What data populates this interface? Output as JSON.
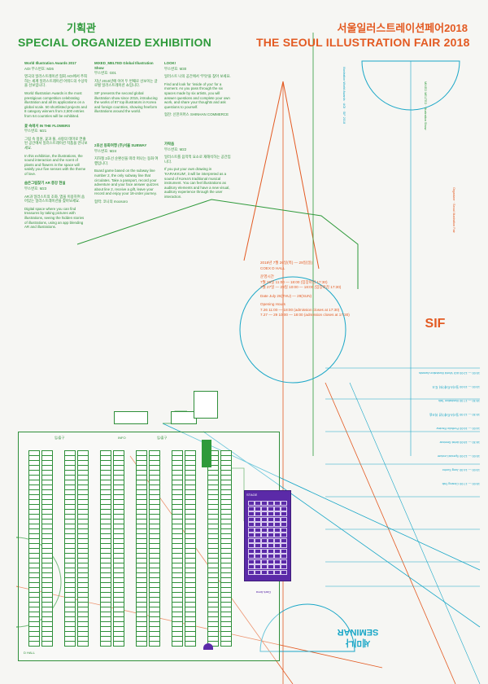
{
  "header": {
    "left_title_ko": "기획관",
    "left_title_en": "SPECIAL ORGANIZED EXHIBITION",
    "right_title_ko": "서울일러스트레이션페어2018",
    "right_title_en": "THE SEOUL ILLUSTRATION FAIR 2018"
  },
  "columns": [
    {
      "heading": "World Illustration Awards 2017",
      "sub": "AOI 부스번호: M26",
      "body_ko": "영국의 일러스트레이션 협회 AOI에서 주최하는 세계 일러스트레이션 어워드의 수상작을 선보입니다.",
      "body_en": "World Illustration Awards is the most prestigious competition celebrating illustration and all its applications on a global scale. 50 shortlisted projects and 8 category winners from 2,500 entries from 64 countries will be exhibited.",
      "sec2_heading": "꽃 속에서 IN THE FLOWERS",
      "sec2_sub": "부스번호: M21",
      "sec2_body_ko": "그림 속 정원, 꽃과 풀, 사랑의 테마로 연출된 공간에서 일러스트레이션 작품을 만나보세요.",
      "sec2_body_en": "In this exhibition, the illustrations, the sound interaction and the scent of plants and flowers in the space will satisfy your five senses with the theme of love.",
      "sec3_heading": "숨은그림찾기 AR 증강 현실",
      "sec3_sub": "부스번호: M23",
      "sec3_body_ko": "AR과 일러스트의 조화. 앱을 이용하여 숨어있는 일러스트레이션을 찾아보세요.",
      "sec3_body_en": "Digital space where you can find treasures by taking pictures with illustrations, seeing the hidden stories of illustrations, using an app blending AR and illustrations."
    },
    {
      "heading": "MIXED_MELTED Global Illustration Show",
      "sub": "부스번호: G01",
      "body_ko": "지난 2015년에 이어 두 번째로 선보이는 글로벌 일러스트레이션 쇼입니다.",
      "body_en": "SIF presents the second global illustration show since 2015, introducing the works of 87 top illustrators in Korea and foreign countries, showing freeform illustrations around the world.",
      "sec2_heading": "2호선 동화여행 (주)서울 SUBWAY",
      "sec2_sub": "부스번호: M24",
      "sec2_body_ko": "지하철 2호선 순환선을 따라 떠나는 동화 여행입니다.",
      "sec2_body_en": "Board game based on the subway line number 2, the only subway line that circulates. Take a passport, record your adventure and your face answer quizzes about line 2, receive a gift, leave your record and enjoy your 18-order journey.",
      "sec2_credit": "협력: 코니의 moosoro"
    },
    {
      "heading": "LOOK!",
      "sub": "부스번호: M30",
      "body_ko": "일러스트 나의 공간에서 '무엇'을 찾아 보세요.",
      "body_en": "Find and look for 'inside of you' for a moment. As you pass through the six spaces made by six artists, you will answer questions and complete your own work, and share your thoughts and ask questions to yourself.",
      "credit": "협찬: 신한커머스 SHINHAN COMMERCE",
      "sec2_heading": "가락음",
      "sec2_sub": "부스번호: M22",
      "sec2_body_ko": "일러스트를 음악적 요소로 재해석하는 공간입니다.",
      "sec2_body_en": "If you put your own drawing in 'KARAKKUM', it will be interpreted as a sound of Korea's traditional musical instrument. You can feel illustrations as auditory elements and have a new visual, auditory experience through the user interaction."
    }
  ],
  "info": {
    "dates_ko": "2018년 7월 26일(목) — 29일(일)",
    "venue": "COEX D HALL",
    "hours_ko_label": "운영시간",
    "hours_ko_1": "7월 26일 11:00 — 18:00 (입장마감 17:30)",
    "hours_ko_2": "7월 27일 — 29일 10:00 — 18:00 (입장마감 17:30)",
    "dates_en": "Date July 26(THU) — 29(SUN)",
    "hours_en_label": "Opening Hours",
    "hours_en_1": "7.26 11:00 — 18:00 (admission closes at 17:30)",
    "hours_en_2": "7.27 — 29 10:00 — 18:00 (admission closes at 17:30)"
  },
  "logo": {
    "mark": "SIF"
  },
  "seminar": {
    "title_ko": "세미나",
    "title_en": "SEMINAR",
    "rows": [
      "10:00 — 12:00  AOI World Illustration Awards",
      "13:00 — 15:00  일러스트레이터 토크",
      "15:30 — 17:30  Illustration Talk",
      "10:30 — 12:30  일러스트레이션 워크숍",
      "14:00 — 16:00  Portfolio Review",
      "16:30 — 18:00  Artist Seminar",
      "10:00 — 12:00  Special Lecture",
      "13:00 — 14:30  Jung Sunho",
      "15:00 — 17:00  Closing Talk"
    ]
  },
  "map": {
    "labels": {
      "entrance_left": "입/출구",
      "entrance_right": "입/출구",
      "info_desk": "INFO",
      "stage": "STAGE",
      "dark_area": "Dark Area",
      "hall": "D HALL"
    }
  },
  "colors": {
    "green": "#2f9a3b",
    "orange": "#e35a22",
    "blue": "#1aa7c7",
    "purple": "#5b2aa8",
    "background": "#f6f6f3"
  }
}
